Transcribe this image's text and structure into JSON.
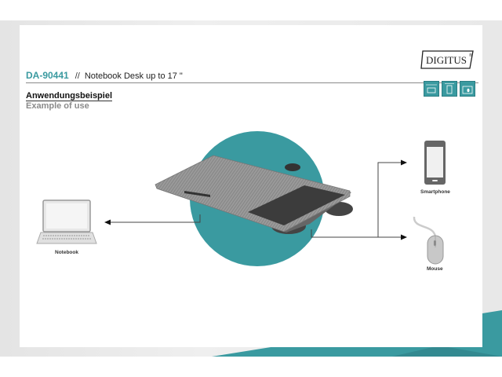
{
  "header": {
    "product_code": "DA-90441",
    "separator": "//",
    "product_name": "Notebook Desk up to 17 \"",
    "brand": "DIGITUS"
  },
  "section": {
    "title_de": "Anwendungsbeispiel",
    "title_en": "Example of use"
  },
  "feature_icons": [
    "laptop-size-icon",
    "smartphone-holder-icon",
    "mousepad-icon"
  ],
  "devices": {
    "notebook": "Notebook",
    "smartphone": "Smartphone",
    "mouse": "Mouse"
  },
  "colors": {
    "accent": "#3a9aa0",
    "text": "#222222",
    "muted": "#8a8a8a"
  }
}
